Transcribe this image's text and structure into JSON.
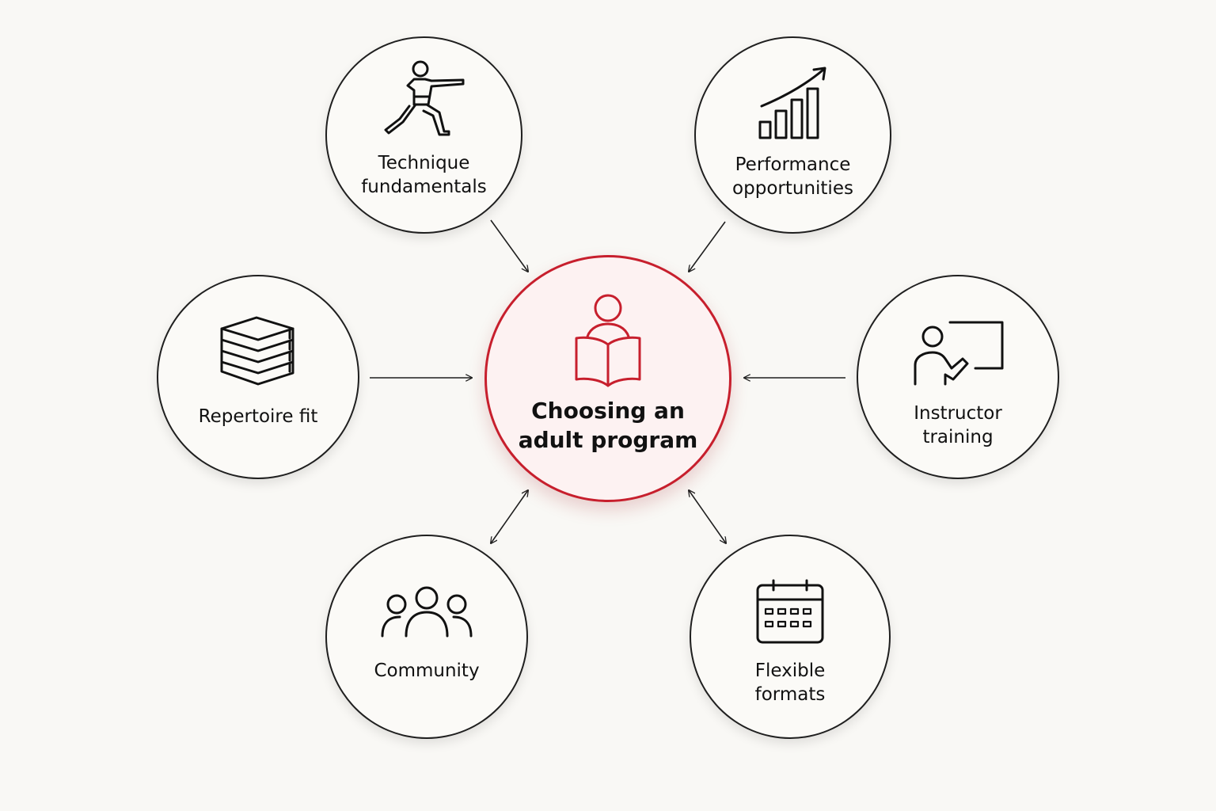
{
  "diagram": {
    "center": {
      "label_line1": "Choosing an",
      "label_line2": "adult program",
      "icon": "person-reading-book-icon",
      "color": "#c71f2d"
    },
    "nodes": {
      "technique": {
        "label_line1": "Technique",
        "label_line2": "fundamentals",
        "icon": "fencing-lunge-icon"
      },
      "performance": {
        "label_line1": "Performance",
        "label_line2": "opportunities",
        "icon": "bar-chart-trend-icon"
      },
      "repertoire": {
        "label_line1": "Repertoire fit",
        "icon": "book-stack-icon"
      },
      "instructor": {
        "label_line1": "Instructor",
        "label_line2": "training",
        "icon": "teacher-whiteboard-icon"
      },
      "community": {
        "label_line1": "Community",
        "icon": "group-people-icon"
      },
      "flexible": {
        "label_line1": "Flexible",
        "label_line2": "formats",
        "icon": "calendar-icon"
      }
    },
    "connections": [
      {
        "from": "technique",
        "to": "center",
        "direction": "one-way"
      },
      {
        "from": "performance",
        "to": "center",
        "direction": "one-way"
      },
      {
        "from": "repertoire",
        "to": "center",
        "direction": "one-way"
      },
      {
        "from": "instructor",
        "to": "center",
        "direction": "one-way"
      },
      {
        "from": "community",
        "to": "center",
        "direction": "two-way"
      },
      {
        "from": "flexible",
        "to": "center",
        "direction": "two-way"
      }
    ]
  }
}
